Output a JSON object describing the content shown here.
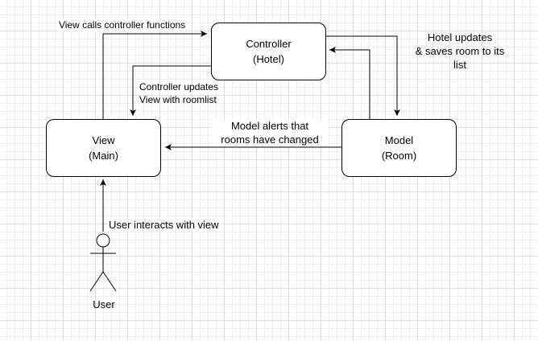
{
  "nodes": {
    "controller": {
      "line1": "Controller",
      "line2": "(Hotel)"
    },
    "view": {
      "line1": "View",
      "line2": "(Main)"
    },
    "model": {
      "line1": "Model",
      "line2": "(Room)"
    }
  },
  "actor": {
    "label": "User"
  },
  "edges": {
    "view_to_controller": {
      "label": "View  calls controller functions"
    },
    "controller_to_view": {
      "line1": "Controller updates",
      "line2": "View  with roomlist"
    },
    "controller_to_model": {
      "line1": "Hotel updates",
      "line2": "& saves room to its",
      "line3": "list"
    },
    "model_to_view": {
      "line1": "Model alerts that",
      "line2": "rooms have changed"
    },
    "user_to_view": {
      "label": "User interacts with view"
    }
  }
}
